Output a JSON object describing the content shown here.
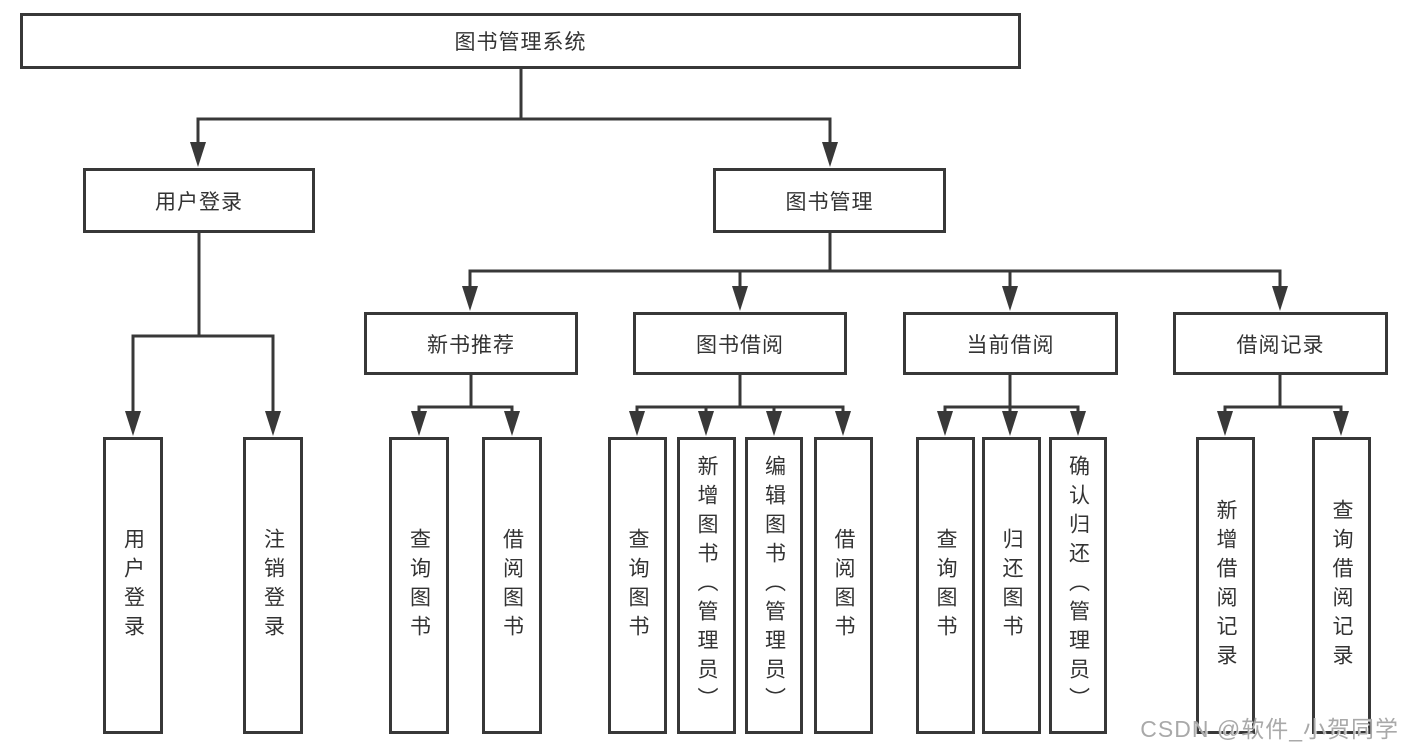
{
  "colors": {
    "line": "#383838",
    "text": "#333333",
    "watermark": "#a9a9a9"
  },
  "diagram": {
    "root": {
      "label": "图书管理系统"
    },
    "branches": [
      {
        "label": "用户登录",
        "children": [
          {
            "label": "用户登录"
          },
          {
            "label": "注销登录"
          }
        ]
      },
      {
        "label": "图书管理",
        "sections": [
          {
            "label": "新书推荐",
            "children": [
              {
                "label": "查询图书"
              },
              {
                "label": "借阅图书"
              }
            ]
          },
          {
            "label": "图书借阅",
            "children": [
              {
                "label": "查询图书"
              },
              {
                "label": "新增图书（管理员）"
              },
              {
                "label": "编辑图书（管理员）"
              },
              {
                "label": "借阅图书"
              }
            ]
          },
          {
            "label": "当前借阅",
            "children": [
              {
                "label": "查询图书"
              },
              {
                "label": "归还图书"
              },
              {
                "label": "确认归还（管理员）"
              }
            ]
          },
          {
            "label": "借阅记录",
            "children": [
              {
                "label": "新增借阅记录"
              },
              {
                "label": "查询借阅记录"
              }
            ]
          }
        ]
      }
    ]
  },
  "watermark": {
    "text": "CSDN @软件_小贺同学"
  }
}
